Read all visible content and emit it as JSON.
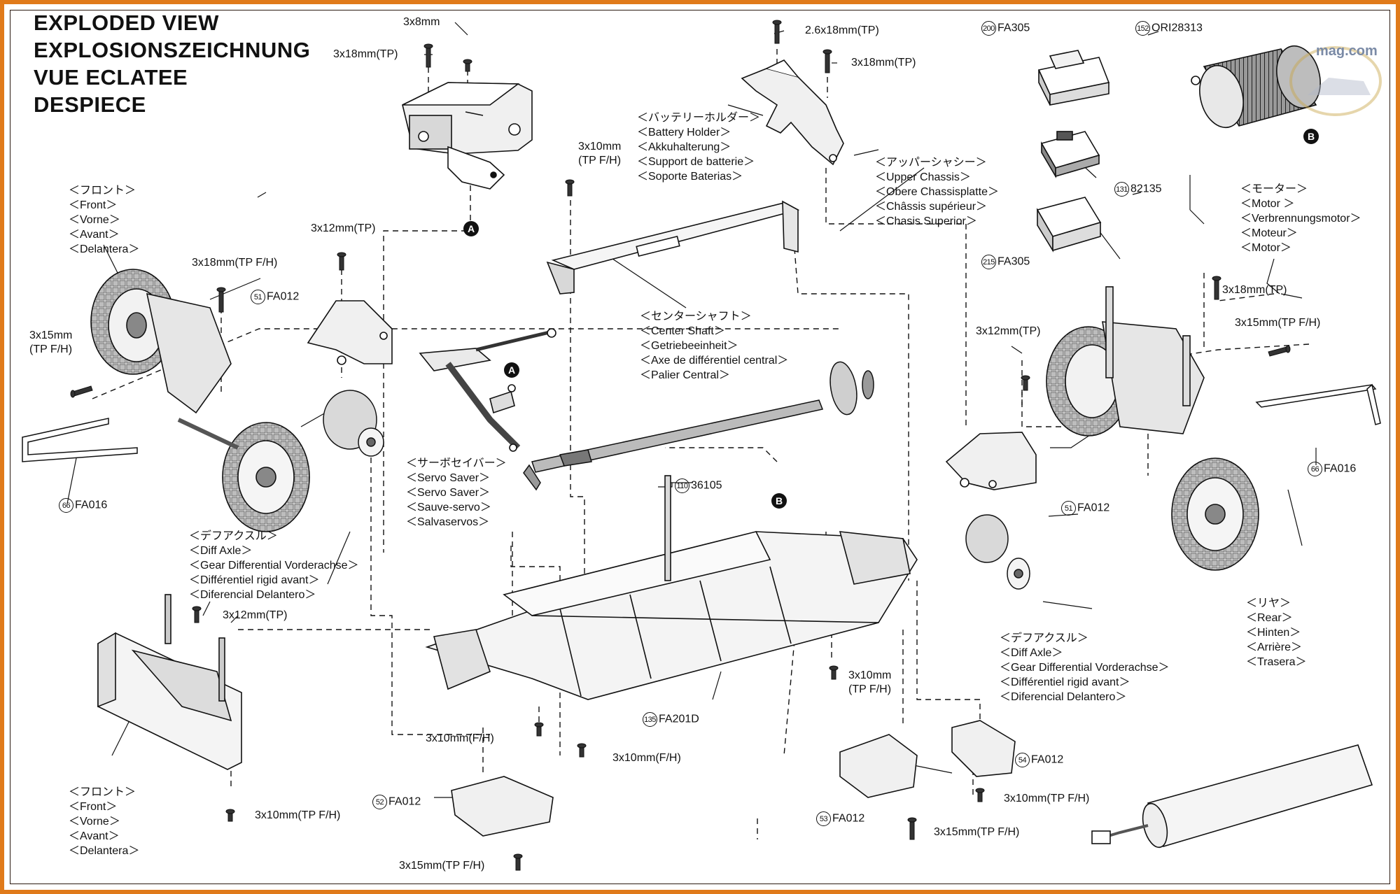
{
  "titles": [
    "EXPLODED VIEW",
    "EXPLOSIONSZEICHNUNG",
    "VUE ECLATEE",
    "DESPIECE"
  ],
  "watermark": {
    "text": "mag.com"
  },
  "markers": {
    "A": "A",
    "B": "B"
  },
  "screws": {
    "s3x8": "3x8mm",
    "s3x18tp_servo": "3x18mm(TP)",
    "s2_6x18": "2.6x18mm(TP)",
    "s3x18tp_chassis": "3x18mm(TP)",
    "s3x10tpfh_top": "3x10mm",
    "s3x10tpfh_top2": "(TP F/H)",
    "s3x12_front": "3x12mm(TP)",
    "s3x18tpfh": "3x18mm(TP F/H)",
    "s3x15_left1": "3x15mm",
    "s3x15_left2": "(TP F/H)",
    "s3x12_bumper": "3x12mm(TP)",
    "s3x10tpfh_bumper": "3x10mm(TP F/H)",
    "s3x10fh_a": "3x10mm(F/H)",
    "s3x10fh_b": "3x10mm(F/H)",
    "s3x15tpfh_bottom": "3x15mm(TP F/H)",
    "s3x10_mid1": "3x10mm",
    "s3x10_mid2": "(TP F/H)",
    "s3x18tp_rear": "3x18mm(TP)",
    "s3x15tpfh_rear": "3x15mm(TP F/H)",
    "s3x12tp_rear": "3x12mm(TP)",
    "s3x10tpfh_rear": "3x10mm(TP F/H)",
    "s3x15tpfh_rear_bottom": "3x15mm(TP F/H)"
  },
  "parts": {
    "p200": {
      "num": "200",
      "code": "FA305"
    },
    "p152": {
      "num": "152",
      "code": "ORI28313"
    },
    "p131": {
      "num": "131",
      "code": "82135"
    },
    "p215": {
      "num": "215",
      "code": "FA305"
    },
    "p51a": {
      "num": "51",
      "code": "FA012"
    },
    "p51b": {
      "num": "51",
      "code": "FA012"
    },
    "p66a": {
      "num": "66",
      "code": "FA016"
    },
    "p66b": {
      "num": "66",
      "code": "FA016"
    },
    "p110": {
      "num": "110",
      "code": "36105"
    },
    "p135": {
      "num": "135",
      "code": "FA201D"
    },
    "p52": {
      "num": "52",
      "code": "FA012"
    },
    "p53": {
      "num": "53",
      "code": "FA012"
    },
    "p54": {
      "num": "54",
      "code": "FA012"
    }
  },
  "blocks": {
    "front_top": [
      "＜フロント＞",
      "＜Front＞",
      "＜Vorne＞",
      "＜Avant＞",
      "＜Delantera＞"
    ],
    "front_bottom": [
      "＜フロント＞",
      "＜Front＞",
      "＜Vorne＞",
      "＜Avant＞",
      "＜Delantera＞"
    ],
    "battery_holder": [
      "＜バッテリーホルダー＞",
      "＜Battery Holder＞",
      "＜Akkuhalterung＞",
      "＜Support de batterie＞",
      "＜Soporte Baterias＞"
    ],
    "upper_chassis": [
      "＜アッパーシャシー＞",
      "＜Upper Chassis＞",
      "＜Obere Chassisplatte＞",
      "＜Châssis supérieur＞",
      "＜Chasis Superior＞"
    ],
    "motor": [
      "＜モーター＞",
      "＜Motor ＞",
      "＜Verbrennungsmotor＞",
      "＜Moteur＞",
      "＜Motor＞"
    ],
    "center_shaft": [
      "＜センターシャフト＞",
      "＜Center Shaft＞",
      "＜Getriebeeinheit＞",
      "＜Axe de différentiel central＞",
      "＜Palier Central＞"
    ],
    "servo_saver": [
      "＜サーボセイバー＞",
      "＜Servo Saver＞",
      "＜Servo Saver＞",
      "＜Sauve-servo＞",
      "＜Salvaservos＞"
    ],
    "diff_front": [
      "＜デフアクスル＞",
      "＜Diff Axle＞",
      "＜Gear Differential Vorderachse＞",
      "＜Différentiel rigid avant＞",
      "＜Diferencial Delantero＞"
    ],
    "diff_rear": [
      "＜デフアクスル＞",
      "＜Diff Axle＞",
      "＜Gear Differential Vorderachse＞",
      "＜Différentiel rigid avant＞",
      "＜Diferencial Delantero＞"
    ],
    "rear": [
      "＜リヤ＞",
      "＜Rear＞",
      "＜Hinten＞",
      "＜Arrière＞",
      "＜Trasera＞"
    ]
  },
  "colors": {
    "frame": "#e07a1a",
    "ink": "#111111",
    "part_fill": "#f2f2f2",
    "tire": "#d9d9d9"
  }
}
